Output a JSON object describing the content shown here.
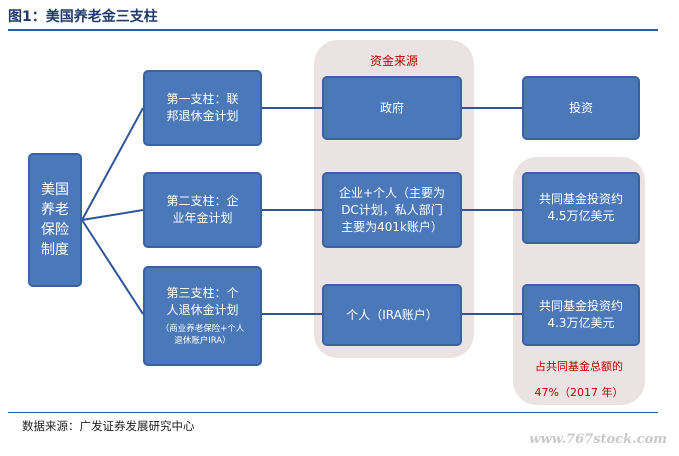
{
  "title": "图1：美国养老金三支柱",
  "source": "数据来源：广发证券发展研究中心",
  "watermark": "www.767stock.com",
  "panel_label": "资金来源",
  "root": {
    "line1": "美国",
    "line2": "养老",
    "line3": "保险",
    "line4": "制度"
  },
  "pillars": [
    {
      "line1": "第一支柱：联",
      "line2": "邦退休金计划"
    },
    {
      "line1": "第二支柱：企",
      "line2": "业年金计划"
    },
    {
      "line1": "第三支柱：个",
      "line2": "人退休金计划",
      "note1": "（商业养老保险+个人",
      "note2": "退休账户IRA）"
    }
  ],
  "sources": [
    {
      "line1": "政府"
    },
    {
      "line1": "企业+个人（主要为",
      "line2": "DC计划，私人部门",
      "line3": "主要为401k账户）"
    },
    {
      "line1": "个人（IRA账户）"
    }
  ],
  "outcomes": [
    {
      "line1": "投资"
    },
    {
      "line1": "共同基金投资约",
      "line2": "4.5万亿美元"
    },
    {
      "line1": "共同基金投资约",
      "line2": "4.3万亿美元"
    }
  ],
  "share_note": {
    "line1": "占共同基金总额的",
    "line2": "47%（2017 年）"
  },
  "colors": {
    "box": "#4a78b8",
    "panel": "#ebe3e3",
    "accent_red": "#c00000",
    "title": "#1f3a6b"
  }
}
